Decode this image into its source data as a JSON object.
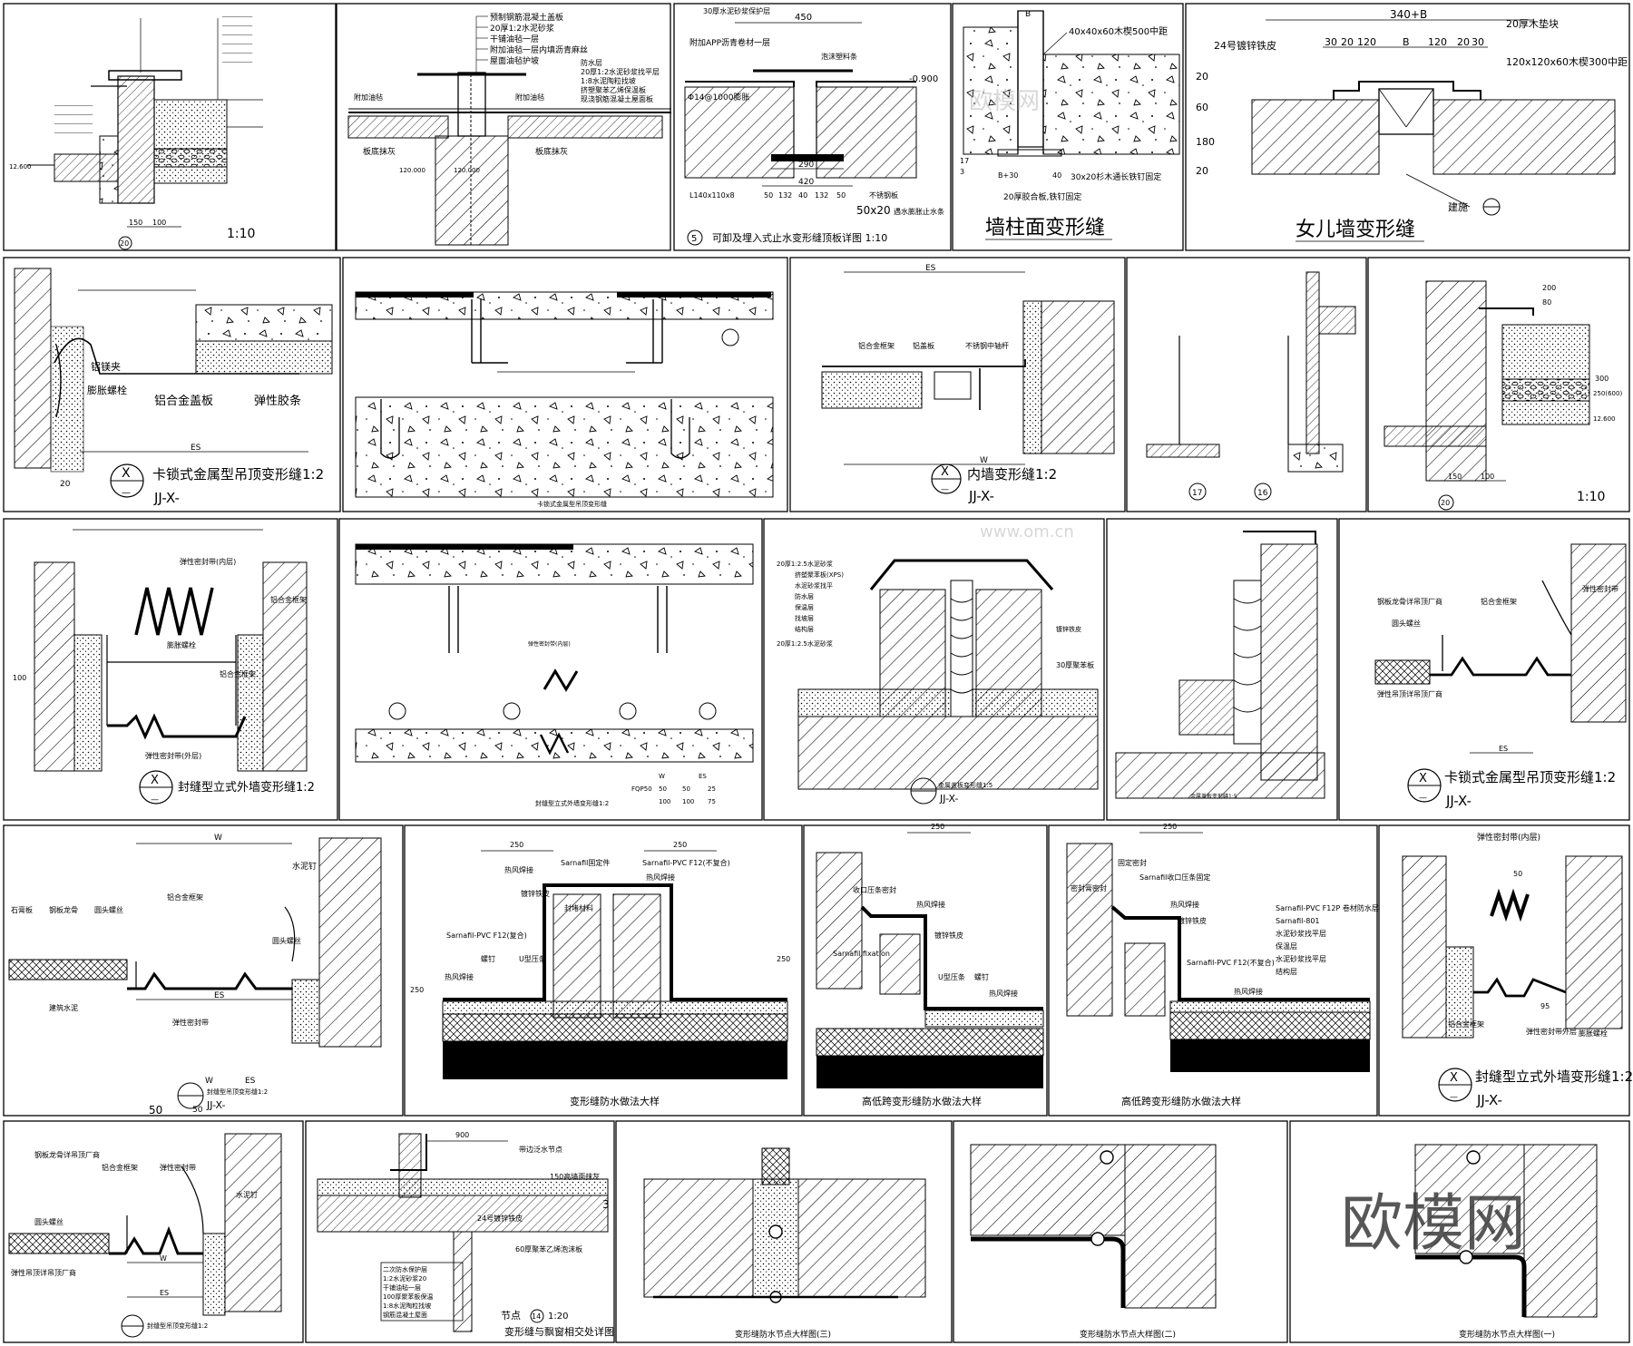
{
  "sheet": {
    "title": ""
  },
  "watermark": {
    "site": "欧模网",
    "small": "欧模网",
    "url": "www.om.cn"
  },
  "panels": {
    "r1p1": {
      "callout": "20",
      "scale": "1:10",
      "dims": [
        "12.600",
        "150",
        "100"
      ]
    },
    "r1p2": {
      "notes": [
        "预制钢筋混凝土盖板",
        "20厚1:2水泥砂浆",
        "干铺油毡一层",
        "附加油毡一层内填沥青麻丝",
        "屋面油毡护坡",
        "防水层",
        "20厚1:2水泥砂浆找平层",
        "1:8水泥陶粒找坡",
        "挤塑聚苯乙烯保温板",
        "现浇钢筋混凝土屋面板"
      ],
      "left": "附加油毡",
      "right": "附加油毡",
      "ceil1": "板底抹灰",
      "ceil2": "板底抹灰",
      "dim": "120.000",
      "dim2": "120.000"
    },
    "r1p3": {
      "top_dim": "450",
      "note_top": "30厚水泥砂浆保护层",
      "note_left": "附加APP沥青卷材一层",
      "note_fill": "泡沫塑料条",
      "elev": "-0.900",
      "bolt": "Φ14@1000膨胀",
      "bar": "L140x110x8",
      "d1": "290",
      "d2": "420",
      "d3": "50",
      "d4": "132",
      "d5": "40",
      "d6": "132",
      "d7": "50",
      "steel": "不锈钢板",
      "bottom_note": "50x20",
      "bottom_note2": "遇水膨胀止水条",
      "caption_num": "5",
      "caption": "可卸及埋入式止水变形缝顶板详图 1:10"
    },
    "r1p4": {
      "top": "B",
      "note1": "40x40x60木楔500中距",
      "note2": "30x20杉木通长铁钉固定",
      "note3": "20厚胶合板,铁钉固定",
      "d1": "B+30",
      "d2": "40",
      "d3": "17",
      "d4": "3",
      "caption": "墙柱面变形缝"
    },
    "r1p5": {
      "top": "340+B",
      "d": [
        "30",
        "20",
        "120",
        "B",
        "120",
        "20",
        "30"
      ],
      "note1": "24号镀锌铁皮",
      "note2": "20厚木垫块",
      "note3": "120x120x60木楔300中距",
      "v1": "20",
      "v2": "60",
      "v3": "180",
      "v4": "20",
      "bldg": "建施",
      "caption": "女儿墙变形缝"
    },
    "r2p1": {
      "n1": "铝镁夹",
      "n2": "膨胀螺栓",
      "n3": "铝合金盖板",
      "n4": "弹性胶条",
      "es": "ES",
      "d": "20",
      "sym_x": "X",
      "sym_d": "—",
      "caption": "卡锁式金属型吊顶变形缝1:2",
      "ref": "JJ-X-"
    },
    "r2p2": {
      "caption": "卡锁式金属型吊顶变形缝"
    },
    "r2p3": {
      "top": "ES",
      "n1": "铝合金框架",
      "n2": "铝盖板",
      "n3": "不锈钢中轴杆",
      "w": "W",
      "sym_x": "X",
      "sym_d": "—",
      "caption": "内墙变形缝1:2",
      "ref": "JJ-X-"
    },
    "r2p4": {
      "c1": "17",
      "c2": "16"
    },
    "r2p5": {
      "d1": "200",
      "d2": "80",
      "d3": "300",
      "d4": "250(600)",
      "e": "12.600",
      "w1": "150",
      "w2": "100",
      "scale": "1:10",
      "callout": "20"
    },
    "r3p1": {
      "n1": "弹性密封带(内层)",
      "n2": "铝合金框架",
      "n3": "膨胀螺栓",
      "n4": "铝合金框架",
      "n5": "弹性密封带(外层)",
      "d": "100",
      "sym_x": "X",
      "sym_d": "—",
      "caption": "封缝型立式外墙变形缝1:2"
    },
    "r3p2": {
      "caption": "封缝型立式外墙变形缝1:2",
      "n1": "弹性密封带(内层)",
      "table_head": [
        "W",
        "ES"
      ],
      "table_r1": [
        "FQP50",
        "50",
        "50",
        "25"
      ],
      "table_r2": [
        "",
        "100",
        "100",
        "75"
      ]
    },
    "r3p3": {
      "n": [
        "20厚1:2.5水泥砂浆",
        "挤塑聚苯板(XPS)",
        "水泥砂浆找平",
        "防水层",
        "保温层",
        "找坡层",
        "结构层",
        "20厚1:2.5水泥砂浆"
      ],
      "n2": "镀锌铁皮",
      "n3": "30厚聚苯板",
      "caption": "金属盖板变形缝1:5",
      "ref": "JJ-X-"
    },
    "r3p4": {
      "caption": "金属盖板变形缝1:5"
    },
    "r3p5": {
      "n1": "钢板龙骨详吊顶厂商",
      "n2": "圆头螺丝",
      "n3": "铝合金框架",
      "n4": "弹性密封带",
      "n5": "弹性吊顶详吊顶厂商",
      "es": "ES",
      "sym_x": "X",
      "sym_d": "—",
      "caption": "卡锁式金属型吊顶变形缝1:2",
      "ref": "JJ-X-"
    },
    "r4p1": {
      "w": "W",
      "n1": "水泥钉",
      "n2": "石膏板",
      "n3": "钢板龙骨",
      "n4": "圆头螺丝",
      "n5": "铝合金框架",
      "n6": "圆头螺丝",
      "n7": "建筑水泥",
      "n8": "弹性密封带",
      "es": "ES",
      "caption": "封缝型吊顶变形缝1:2",
      "ref": "JJ-X-",
      "b1": "50",
      "b2": "50",
      "top_w": "W",
      "top_es": "ES"
    },
    "r4p2": {
      "d1": "250",
      "d2": "250",
      "n1": "热风焊接",
      "n2": "Sarnafil固定件",
      "n3": "Sarnafil-PVC F12(不复合)",
      "n4": "热风焊接",
      "n5": "镀锌铁皮",
      "n6": "封堵材料",
      "n7": "Sarnafil-PVC F12(复合)",
      "n8": "螺钉",
      "n9": "U型压条",
      "n10": "热风焊接",
      "h": "250",
      "caption": "变形缝防水做法大样"
    },
    "r4p3": {
      "d": "250",
      "n1": "收口压条密封",
      "n2": "热风焊接",
      "n3": "镀锌铁皮",
      "n4": "Sarnafil fixation",
      "n5": "U型压条",
      "n6": "螺钉",
      "n7": "热风焊接",
      "h": "250",
      "caption": "高低跨变形缝防水做法大样"
    },
    "r4p4": {
      "d": "250",
      "n1": "固定密封",
      "n2": "Sarnafil收口压条固定",
      "n3": "密封膏密封",
      "n4": "热风焊接",
      "n5": "镀锌铁皮",
      "n6": "Sarnafil-PVC F12(不复合)",
      "n7": "热风焊接",
      "layers": [
        "Sarnafil-PVC F12P 卷材防水层",
        "Sarnafil-801",
        "水泥砂浆找平层",
        "保温层",
        "水泥砂浆找平层",
        "结构层"
      ],
      "caption": "高低跨变形缝防水做法大样"
    },
    "r4p5": {
      "n1": "弹性密封带(内层)",
      "d": "50",
      "n2": "铝合金框架",
      "n3": "弹性密封带外层",
      "n4": "膨胀螺栓",
      "d2": "95",
      "sym_x": "X",
      "sym_d": "—",
      "caption": "封缝型立式外墙变形缝1:2",
      "ref": "JJ-X-"
    },
    "r5p1": {
      "n1": "钢板龙骨详吊顶厂商",
      "n2": "铝合金框架",
      "n3": "弹性密封带",
      "n4": "水泥钉",
      "n5": "圆头螺丝",
      "n6": "弹性吊顶详吊顶厂商",
      "w": "W",
      "es": "ES",
      "caption": "封缝型吊顶变形缝1:2"
    },
    "r5p2": {
      "d1": "900",
      "n1": "带边泛水节点",
      "n2": "150高墙面抹灰",
      "n3": "24号镀锌铁皮",
      "n4": "60厚聚苯乙烯泡沫板",
      "d2": "3",
      "layers": [
        "二次防水保护层",
        "1:2水泥砂浆20",
        "干铺油毡一层",
        "100厚聚苯板保温",
        "1:8水泥陶粒找坡",
        "钢筋混凝土屋面"
      ],
      "caption_num": "节点",
      "caption_callout": "14",
      "caption_scale": "1:20",
      "caption": "变形缝与飘窗相交处详图"
    },
    "r5p3": {
      "caption": "变形缝防水节点大样图(三)"
    },
    "r5p4": {
      "caption": "变形缝防水节点大样图(二)"
    },
    "r5p5": {
      "caption": "变形缝防水节点大样图(一)"
    }
  }
}
